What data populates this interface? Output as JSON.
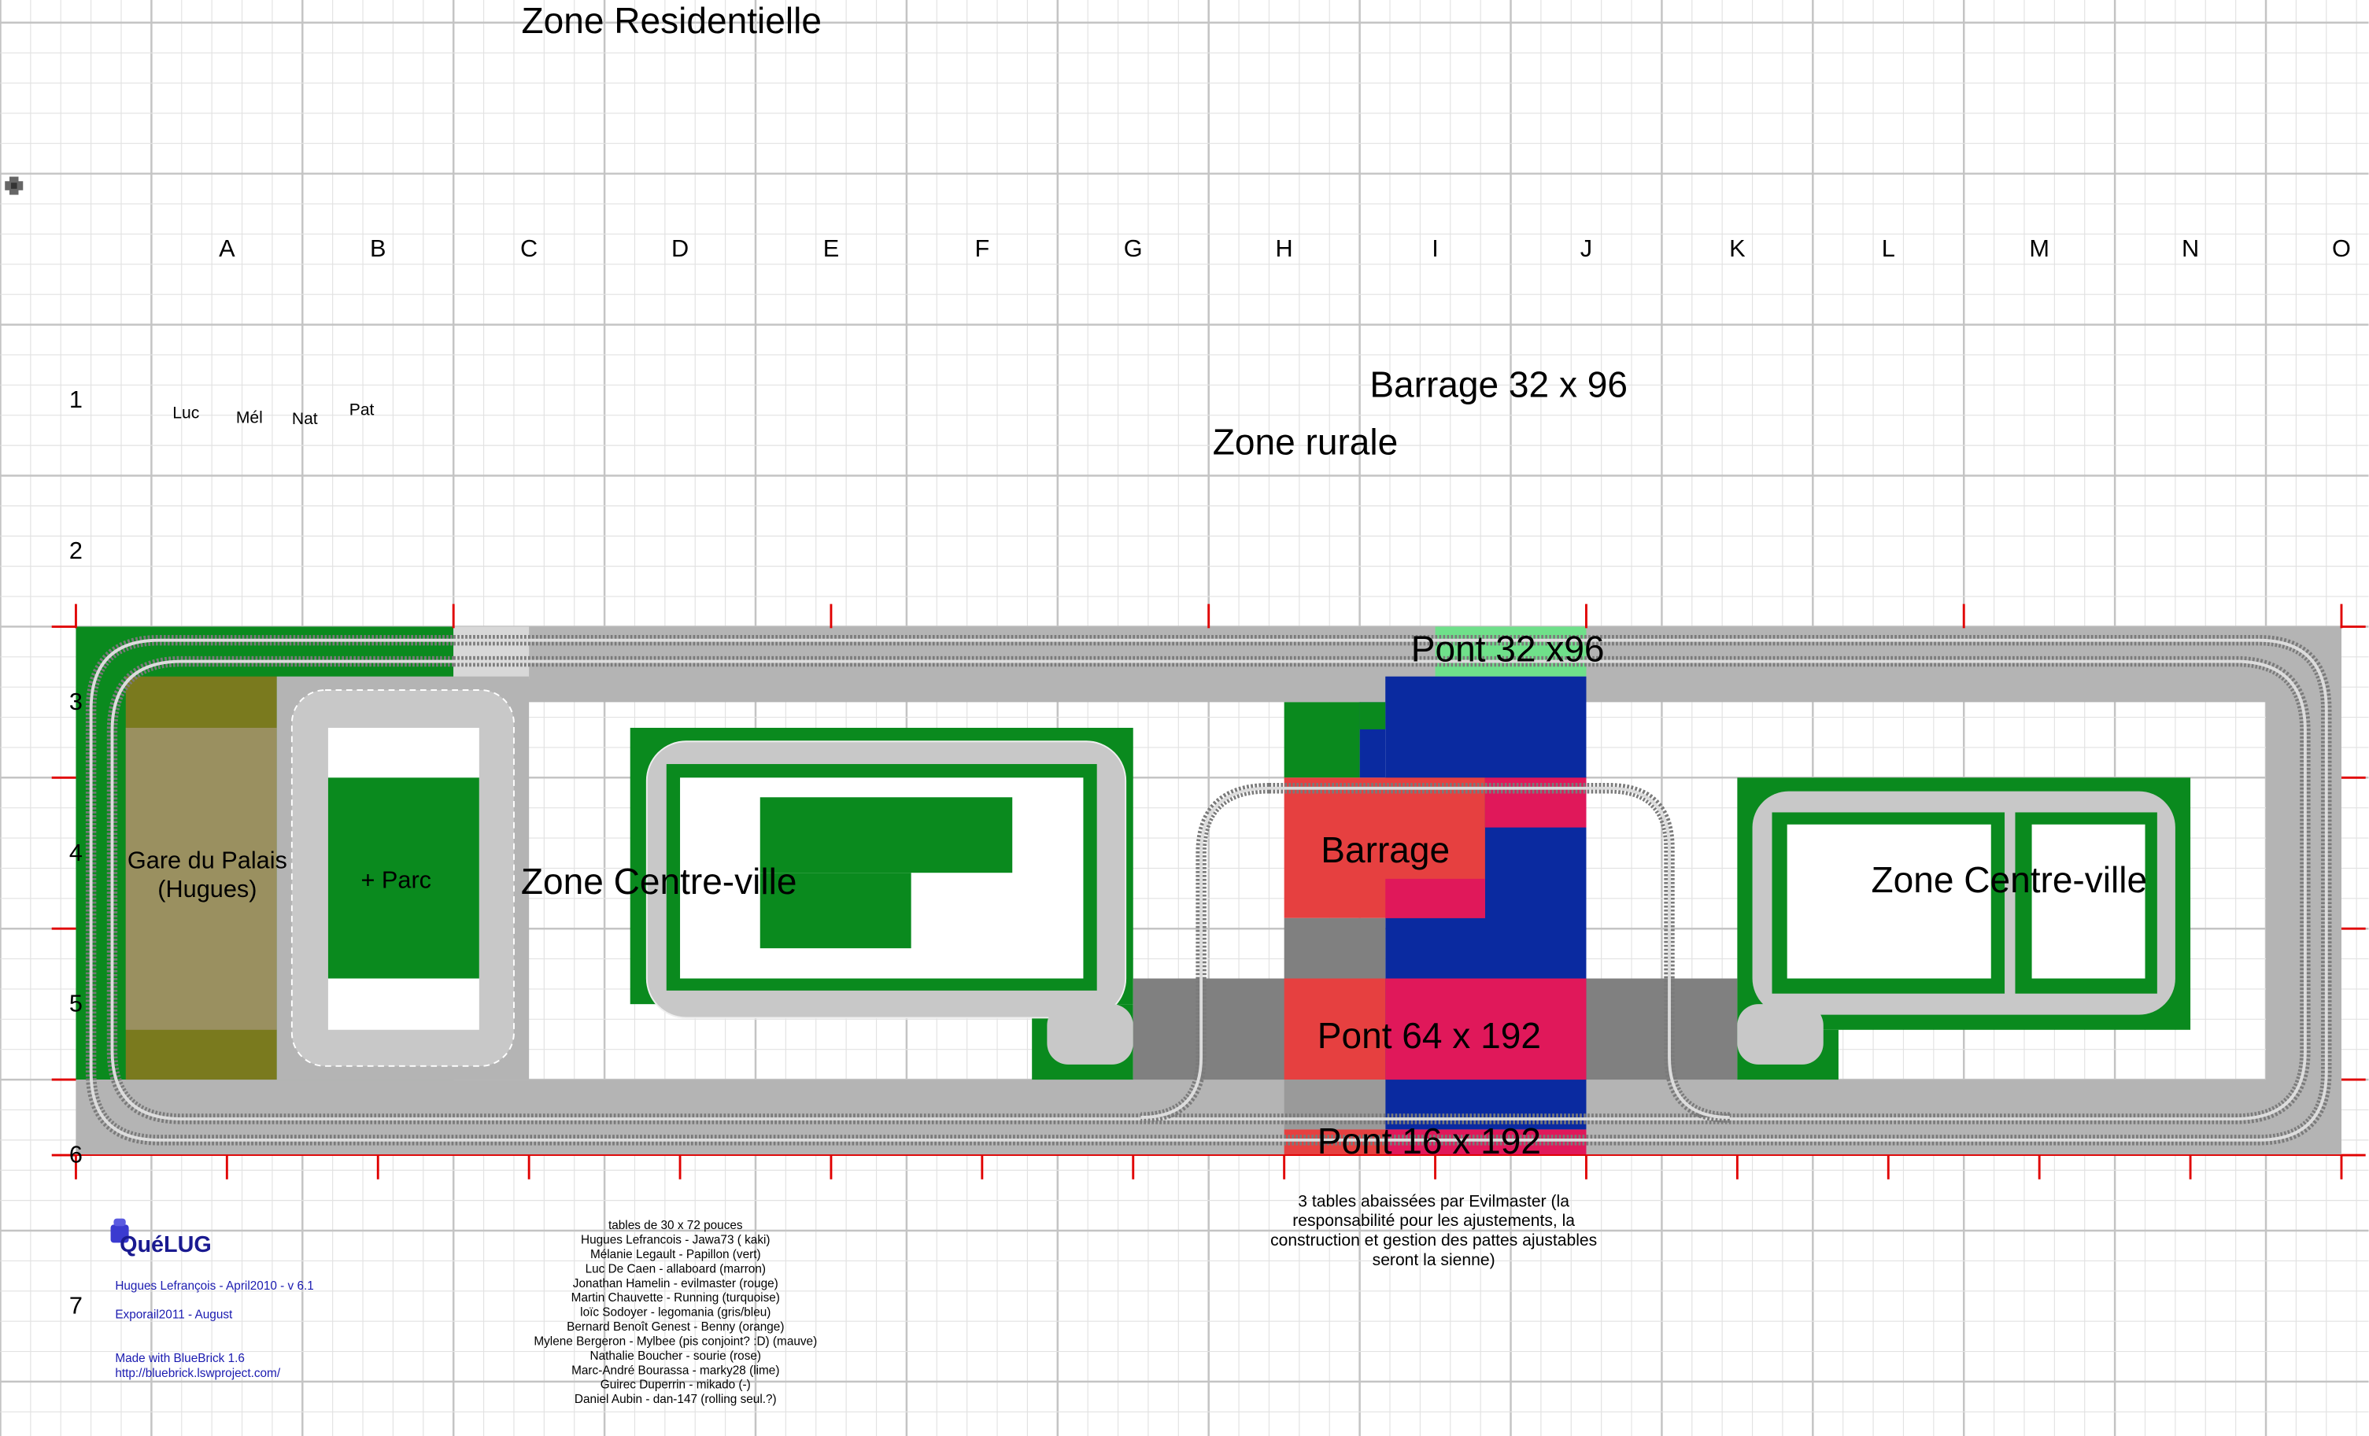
{
  "titles": {
    "zone_residentielle": "Zone Residentielle",
    "barrage_size": "Barrage 32 x 96",
    "zone_rurale": "Zone rurale"
  },
  "columns": [
    "A",
    "B",
    "C",
    "D",
    "E",
    "F",
    "G",
    "H",
    "I",
    "J",
    "K",
    "L",
    "M",
    "N",
    "O"
  ],
  "rows": [
    "1",
    "2",
    "3",
    "4",
    "5",
    "6",
    "7"
  ],
  "owners": {
    "luc": "Luc",
    "mel": "Mél",
    "nat": "Nat",
    "pat": "Pat"
  },
  "labels": {
    "gare": [
      "Gare du Palais",
      "(Hugues)"
    ],
    "parc": "+ Parc",
    "centre_ville_left": "Zone Centre-ville",
    "centre_ville_right": "Zone Centre-ville",
    "pont_top": "Pont 32 x96",
    "barrage": "Barrage",
    "pont_64": "Pont 64 x 192",
    "pont_16": "Pont 16 x 192"
  },
  "note": [
    "3 tables abaissées par Evilmaster (la",
    "responsabilité pour les ajustements, la",
    "construction et gestion des pattes ajustables",
    "seront la sienne)"
  ],
  "credits": {
    "logo": "QuéLUG",
    "author": "Hugues Lefrançois - April2010 - v 6.1",
    "event": "Exporail2011 - August",
    "made_with": "Made with BlueBrick 1.6",
    "url": "http://bluebrick.lswproject.com/"
  },
  "participants": [
    "tables de 30 x 72 pouces",
    "Hugues Lefrancois - Jawa73 ( kaki)",
    "Mélanie Legault - Papillon (vert)",
    "Luc De Caen - allaboard (marron)",
    "Jonathan Hamelin - evilmaster (rouge)",
    "Martin Chauvette - Running (turquoise)",
    "loïc Sodoyer - legomania (gris/bleu)",
    "Bernard Benoît Genest - Benny (orange)",
    "Mylene Bergeron - Mylbee (pis conjoint? :D) (mauve)",
    "Nathalie Boucher - sourie (rose)",
    "Marc-André Bourassa - marky28 (lime)",
    "Guirec Duperrin - mikado (-)",
    "Daniel Aubin - dan-147 (rolling seul.?)"
  ],
  "colors": {
    "baseplate_green": "#0a8a1e",
    "road_gray": "#b4b4b4",
    "dark_gray": "#808080",
    "water_blue": "#0a2aa0",
    "red": "#e64040",
    "pink": "#e0185a",
    "light_green": "#6fe08a",
    "olive": "#7a7a1e",
    "marker_red": "#e00000",
    "credit_blue": "#1a1ab0"
  }
}
